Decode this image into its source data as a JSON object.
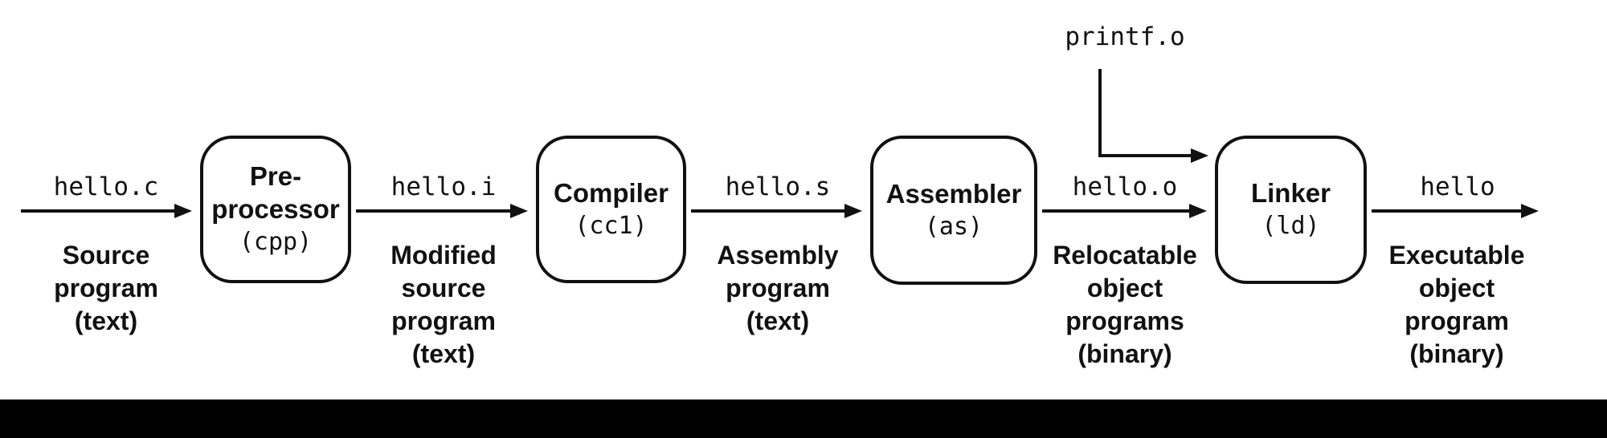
{
  "colors": {
    "ink": "#111111",
    "background": "#ffffff",
    "bottom_bar": "#000000"
  },
  "nodes": [
    {
      "name": "Pre-\nprocessor",
      "tool": "(cpp)"
    },
    {
      "name": "Compiler",
      "tool": "(cc1)"
    },
    {
      "name": "Assembler",
      "tool": "(as)"
    },
    {
      "name": "Linker",
      "tool": "(ld)"
    }
  ],
  "edges": [
    {
      "file": "hello.c",
      "caption": "Source\nprogram\n(text)"
    },
    {
      "file": "hello.i",
      "caption": "Modified\nsource\nprogram\n(text)"
    },
    {
      "file": "hello.s",
      "caption": "Assembly\nprogram\n(text)"
    },
    {
      "file": "hello.o",
      "caption": "Relocatable\nobject\nprograms\n(binary)"
    },
    {
      "file": "hello",
      "caption": "Executable\nobject\nprogram\n(binary)"
    }
  ],
  "side_input": {
    "file": "printf.o"
  }
}
